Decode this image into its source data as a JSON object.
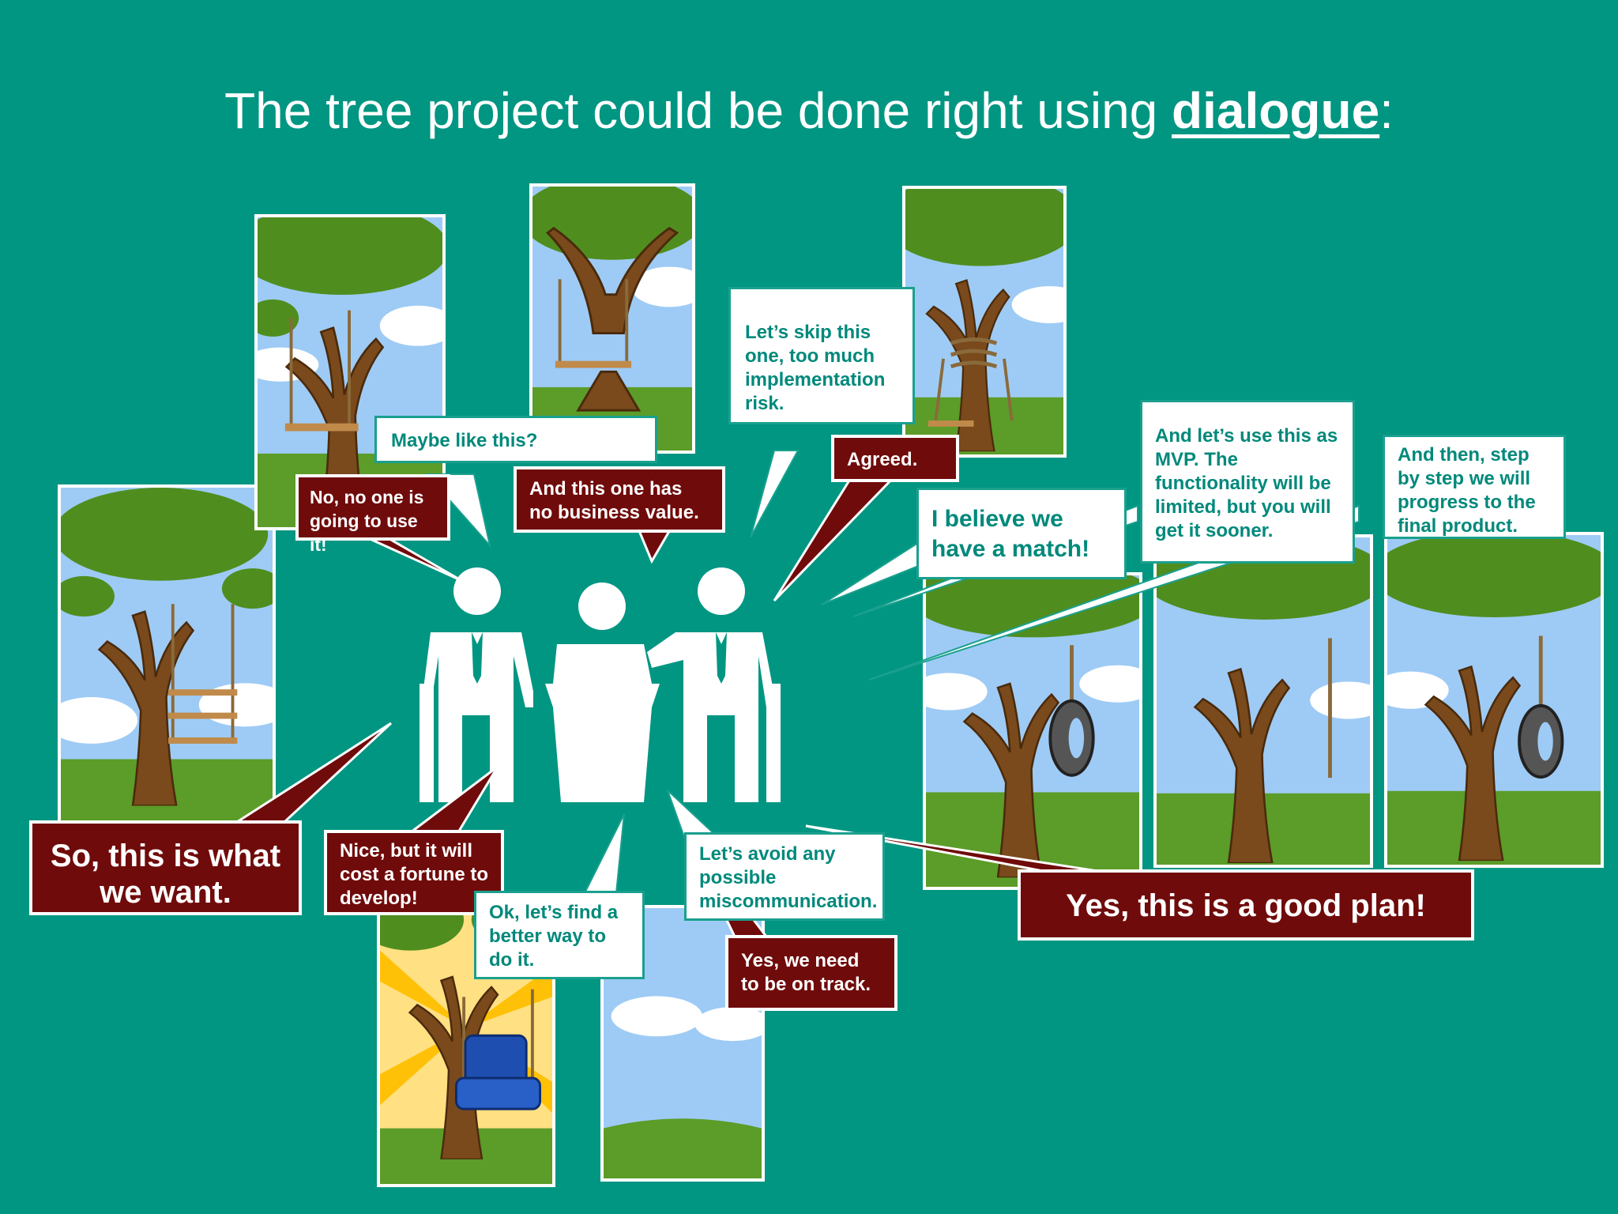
{
  "title": {
    "prefix": "The tree project could be done right using ",
    "highlight": "dialogue",
    "suffix": ":"
  },
  "colors": {
    "background": "#009682",
    "dark_red": "#700b0b",
    "teal_text": "#00897b",
    "white": "#ffffff"
  },
  "panels": [
    {
      "id": "swing-ladder",
      "variant": "ladder"
    },
    {
      "id": "swing-low-seat",
      "variant": "lowseat"
    },
    {
      "id": "swing-cut-trunk",
      "variant": "cuttrunk"
    },
    {
      "id": "swing-wrapped",
      "variant": "wrapped"
    },
    {
      "id": "armchair",
      "variant": "armchair"
    },
    {
      "id": "empty-sky",
      "variant": "sky"
    },
    {
      "id": "tire-1",
      "variant": "tire"
    },
    {
      "id": "rope",
      "variant": "rope"
    },
    {
      "id": "tire-2",
      "variant": "tire"
    }
  ],
  "bubbles": {
    "so_this_is_what_we_want": "So, this is what we want.",
    "no_one_is_going_to_use_it": "No, no one is going to use it!",
    "maybe_like_this": "Maybe like this?",
    "no_business_value": "And this one has no business value.",
    "skip_this_one": "Let’s skip this one, too much implementation risk.",
    "agreed": "Agreed.",
    "believe_match": "I believe we have a match!",
    "use_as_mvp": "And let’s use this as MVP. The functionality will be limited, but you will get it sooner.",
    "step_by_step": "And then, step by step we will progress to the final product.",
    "cost_a_fortune": "Nice, but it will cost a fortune to develop!",
    "find_better_way": "Ok, let’s find a better way to do it.",
    "avoid_miscommunication": "Let’s avoid any possible miscommunication.",
    "need_to_be_on_track": "Yes, we need to be on track.",
    "good_plan": "Yes, this is a good plan!"
  },
  "icons": {
    "meeting": "three-people-at-table-icon"
  }
}
